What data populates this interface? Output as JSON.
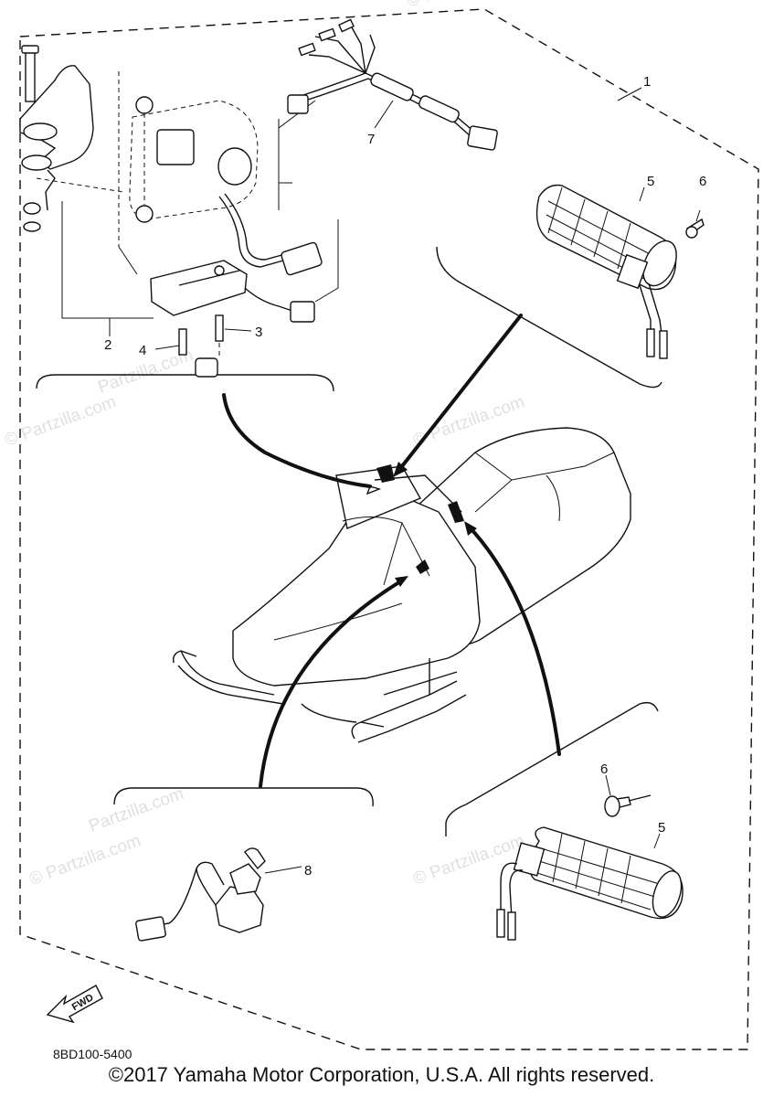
{
  "diagram": {
    "callouts": [
      "1",
      "2",
      "3",
      "4",
      "5",
      "6",
      "7",
      "8",
      "5",
      "6"
    ],
    "fwd_label": "FWD",
    "diagram_code": "8BD100-5400",
    "watermarks": [
      "© Partzilla.com",
      "Partzilla.com",
      "© Partzilla.com",
      "© Partzilla.com",
      "Partzilla.com",
      "© Partzilla.com"
    ]
  },
  "footer": {
    "copyright": "©2017 Yamaha Motor Corporation, U.S.A. All rights reserved."
  }
}
